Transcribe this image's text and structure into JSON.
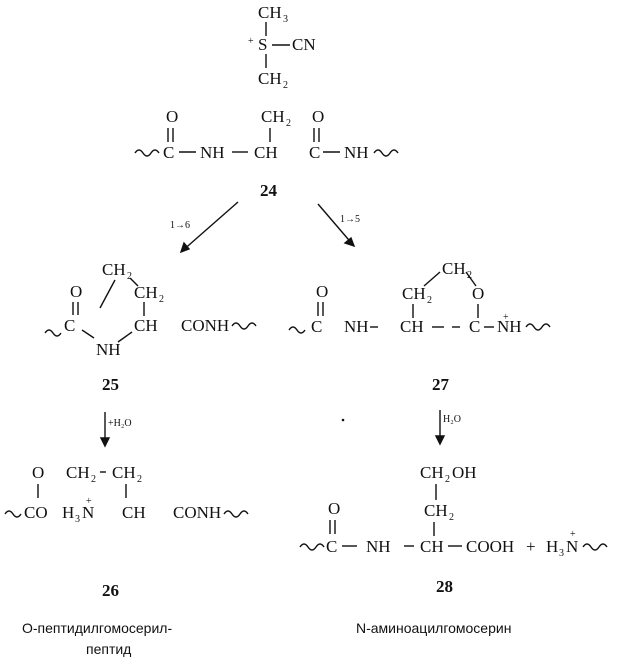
{
  "compounds": {
    "c24": {
      "number": "24",
      "ch3": "CH",
      "ch3_sub": "3",
      "plus": "+",
      "s": "S",
      "cn": "CN",
      "ch2": "CH",
      "ch2_sub": "2",
      "o_left": "O",
      "o_right": "O",
      "ch2_side": "CH",
      "ch2_side_sub": "2",
      "c_left": "C",
      "nh_left": "NH",
      "ch_center": "CH",
      "c_right": "C",
      "nh_right": "NH"
    },
    "c25": {
      "number": "25",
      "ch2_top": "CH",
      "ch2_top_sub": "2",
      "ch2_right": "CH",
      "ch2_right_sub": "2",
      "o": "O",
      "c": "C",
      "ch": "CH",
      "nh": "NH",
      "conh": "CONH"
    },
    "c27": {
      "number": "27",
      "ch2_top": "CH",
      "ch2_top_sub": "2",
      "ch2_left": "CH",
      "ch2_left_sub": "2",
      "o_ring": "O",
      "o_carbonyl": "O",
      "c_left": "C",
      "nh": "NH",
      "ch": "CH",
      "c_right": "C",
      "nh_plus": "NH",
      "plus": "+"
    },
    "c26": {
      "number": "26",
      "o": "O",
      "ch2_a": "CH",
      "ch2_a_sub": "2",
      "ch2_b": "CH",
      "ch2_b_sub": "2",
      "co": "CO",
      "h3n": "H",
      "h3n_sub": "3",
      "n": "N",
      "plus": "+",
      "ch": "CH",
      "conh": "CONH",
      "caption_line1": "О-пептидилгомосерил-",
      "caption_line2": "пептид"
    },
    "c28": {
      "number": "28",
      "ch2oh": "CH",
      "ch2oh_sub": "2",
      "ch2oh_tail": "OH",
      "ch2": "CH",
      "ch2_sub": "2",
      "o": "O",
      "c": "C",
      "nh": "NH",
      "ch": "CH",
      "cooh": "COOH",
      "plus_sign": "+",
      "h3n": "H",
      "h3n_sub": "3",
      "n": "N",
      "charge": "+",
      "caption": "N-аминоацилгомосерин"
    }
  },
  "arrows": {
    "left_label": "1→6",
    "right_label": "1→5",
    "hydrolysis_left": "+H₂O",
    "hydrolysis_right": "H₂O"
  }
}
